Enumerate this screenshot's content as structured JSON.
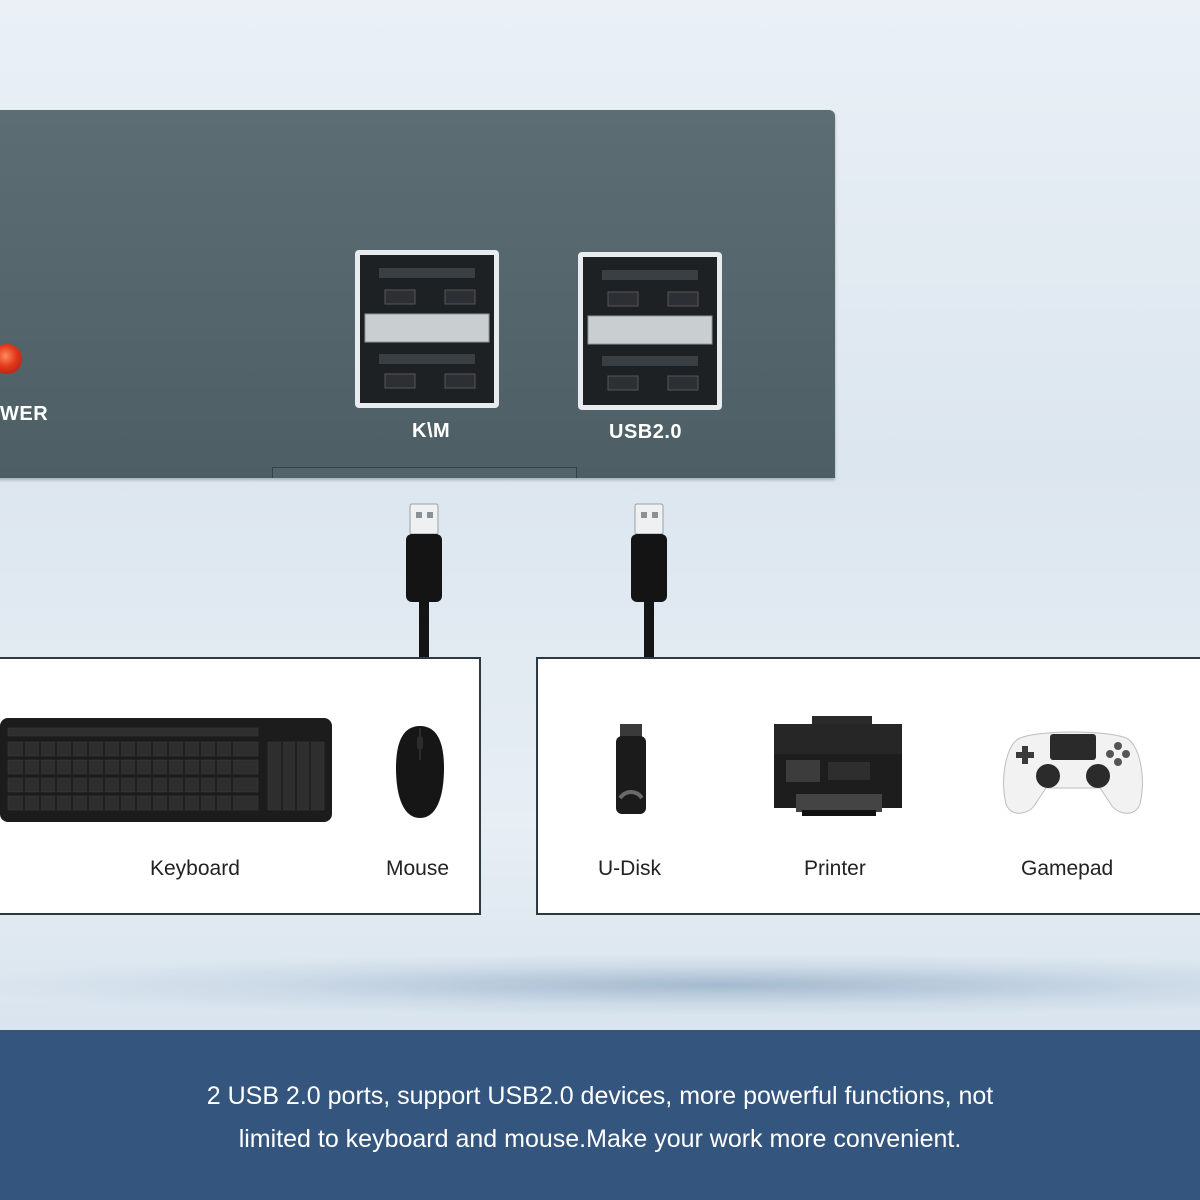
{
  "panel": {
    "power_label": "WER",
    "port1_label": "K\\M",
    "port2_label": "USB2.0"
  },
  "devices": {
    "keyboard": "Keyboard",
    "mouse": "Mouse",
    "udisk": "U-Disk",
    "printer": "Printer",
    "gamepad": "Gamepad"
  },
  "footer": {
    "line1": "2 USB 2.0 ports, support USB2.0 devices, more powerful functions, not",
    "line2": "limited to keyboard and mouse.Make your work more convenient."
  },
  "colors": {
    "panel": "#56686e",
    "footer": "#34557e",
    "led": "#e2361a"
  }
}
